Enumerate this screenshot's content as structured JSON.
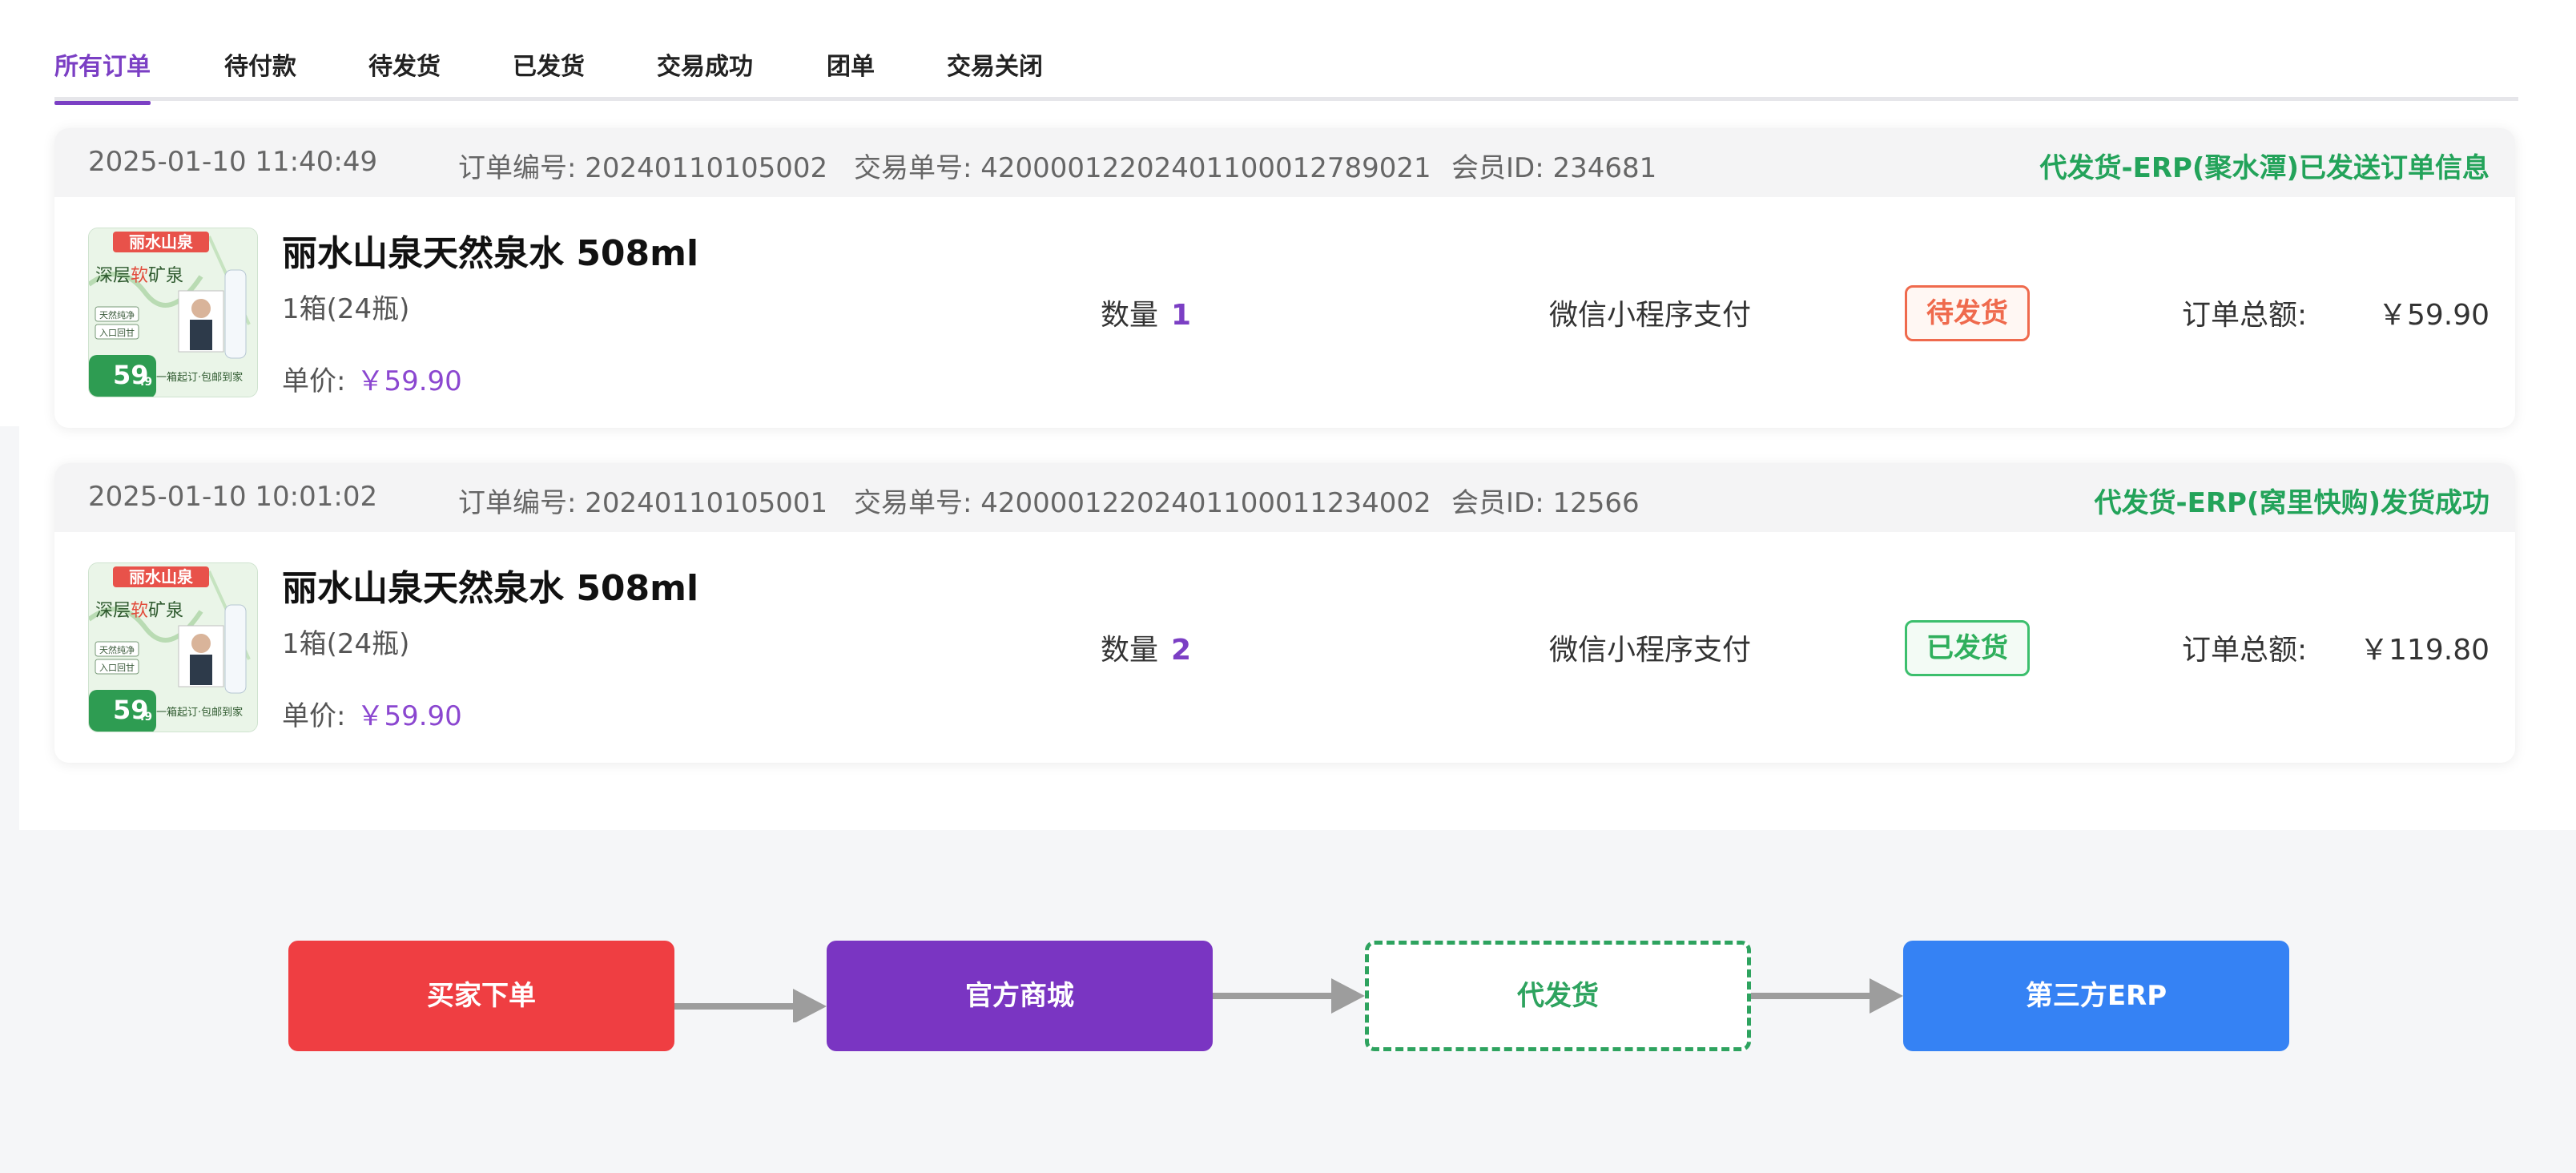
{
  "tabs": [
    {
      "label": "所有订单",
      "active": true
    },
    {
      "label": "待付款"
    },
    {
      "label": "待发货"
    },
    {
      "label": "已发货"
    },
    {
      "label": "交易成功"
    },
    {
      "label": "团单"
    },
    {
      "label": "交易关闭"
    }
  ],
  "orders": [
    {
      "datetime": "2025-01-10 11:40:49",
      "order_no": "订单编号: 20240110105002",
      "trade_no": "交易单号: 4200001220240110001278902​1",
      "member": "会员ID: 234681",
      "notice": "代发货-ERP(聚水潭)已发送订单信息",
      "product_name": "丽水山泉天然泉水 508ml",
      "spec": "1箱(24瓶)",
      "unit_price_label": "单价:",
      "unit_price": "￥59.90",
      "qty_label": "数量",
      "qty": "1",
      "payment": "微信小程序支付",
      "status": "待发货",
      "total_label": "订单总额:",
      "total": "￥59.90"
    },
    {
      "datetime": "2025-01-10 10:01:02",
      "order_no": "订单编号: 20240110105001",
      "trade_no": "交易单号: 4200001220240110001123400​2",
      "member": "会员ID: 12566",
      "notice": "代发货-ERP(窝里快购)发货成功",
      "product_name": "丽水山泉天然泉水 508ml",
      "spec": "1箱(24瓶)",
      "unit_price_label": "单价:",
      "unit_price": "￥59.90",
      "qty_label": "数量",
      "qty": "2",
      "payment": "微信小程序支付",
      "status": "已发货",
      "total_label": "订单总额:",
      "total": "￥119.80"
    }
  ],
  "product_image": {
    "brand": "丽水山泉",
    "headline_a": "深层",
    "headline_b": "软",
    "headline_c": "矿泉",
    "tag1": "天然纯净",
    "tag2": "入口回甘",
    "price": "59",
    "price_dec": ".9",
    "promo": "一箱起订·包邮到家"
  },
  "flow": {
    "steps": [
      "买家下单",
      "官方商城",
      "代发货",
      "第三方ERP"
    ],
    "colors": {
      "red": "#ef3e42",
      "purple": "#7a35c2",
      "green": "#2ea35f",
      "blue": "#3582f4",
      "arrow": "#9d9d9d"
    }
  }
}
